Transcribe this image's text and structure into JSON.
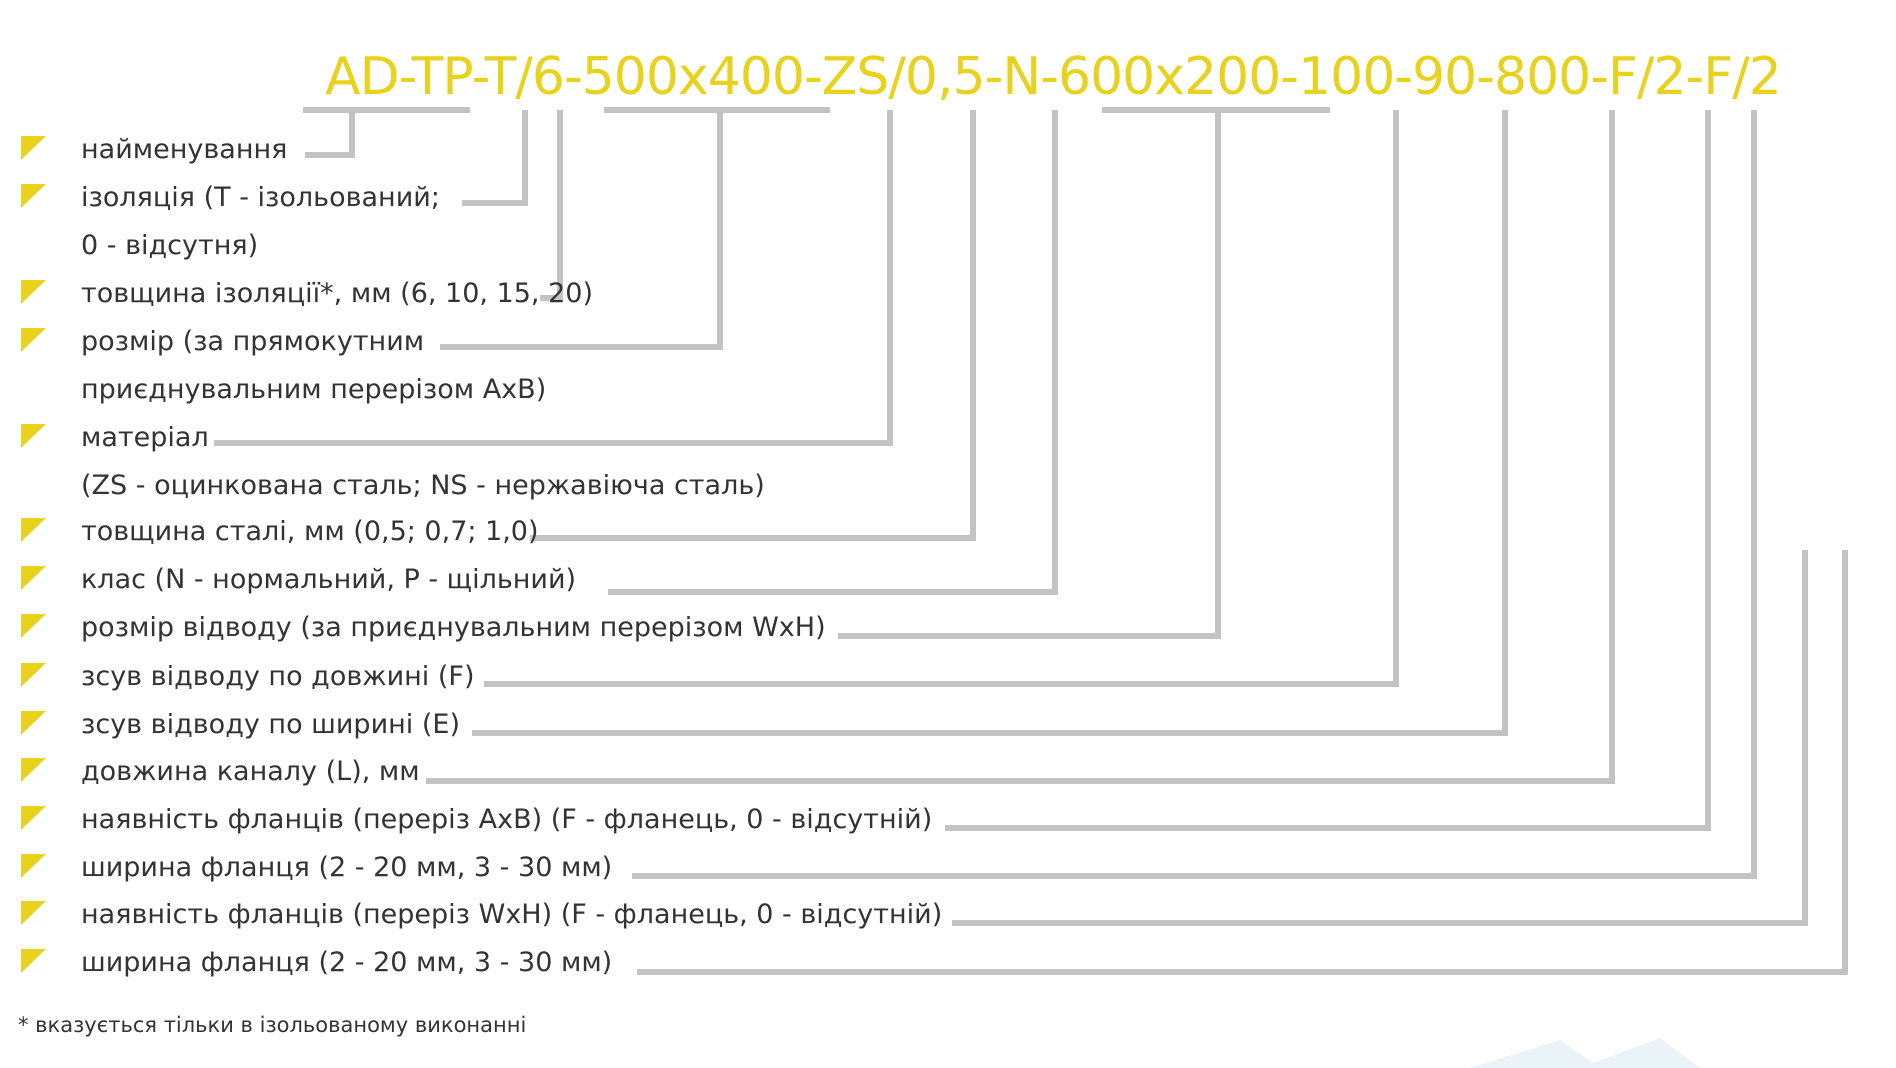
{
  "colors": {
    "accent": "#e8d21d",
    "leader": "#c3c3c3",
    "text": "#333333",
    "watermark": "#e9f3f8"
  },
  "code": {
    "text": "AD-TP-T/6-500x400-ZS/0,5-N-600x200-100-90-800-F/2-F/2"
  },
  "items": [
    {
      "id": "name",
      "lines": [
        "найменування"
      ]
    },
    {
      "id": "insulation",
      "lines": [
        "ізоляція (T - ізольований;",
        "0 - відсутня)"
      ]
    },
    {
      "id": "insulation-thickness",
      "lines": [
        "товщина ізоляції*, мм (6, 10, 15, 20)"
      ]
    },
    {
      "id": "size",
      "lines": [
        "розмір (за прямокутним",
        "приєднувальним перерізом AxB)"
      ]
    },
    {
      "id": "material",
      "lines": [
        "матеріал",
        "(ZS - оцинкована сталь; NS - нержавіюча сталь)"
      ]
    },
    {
      "id": "steel-thickness",
      "lines": [
        "товщина сталі, мм (0,5; 0,7; 1,0)"
      ]
    },
    {
      "id": "class",
      "lines": [
        "клас (N - нормальний, P - щільний)"
      ]
    },
    {
      "id": "branch-size",
      "lines": [
        "розмір відводу (за приєднувальним перерізом WxH)"
      ]
    },
    {
      "id": "branch-shift-length",
      "lines": [
        "зсув відводу по довжині (F)"
      ]
    },
    {
      "id": "branch-shift-width",
      "lines": [
        "зсув відводу по ширині (E)"
      ]
    },
    {
      "id": "duct-length",
      "lines": [
        "довжина каналу (L), мм"
      ]
    },
    {
      "id": "flanges-axb",
      "lines": [
        "наявність фланців (переріз AxB) (F - фланець, 0 - відсутній)"
      ]
    },
    {
      "id": "flange-width-axb",
      "lines": [
        "ширина фланця (2 - 20 мм, 3 - 30 мм)"
      ]
    },
    {
      "id": "flanges-wxh",
      "lines": [
        "наявність фланців (переріз WxH) (F - фланець, 0 - відсутній)"
      ]
    },
    {
      "id": "flange-width-wxh",
      "lines": [
        "ширина фланця (2 - 20 мм, 3 - 30 мм)"
      ]
    }
  ],
  "footnote": "* вказується тільки в ізольованому виконанні"
}
